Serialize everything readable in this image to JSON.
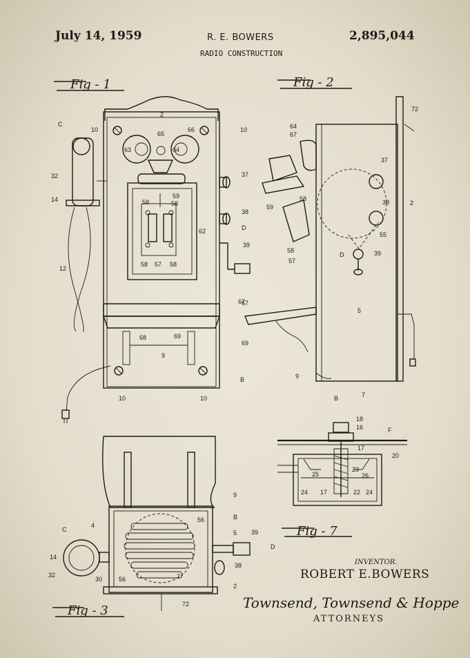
{
  "header": {
    "date": "July 14, 1959",
    "inventor_short": "R. E. BOWERS",
    "patent_number": "2,895,044",
    "title": "RADIO CONSTRUCTION"
  },
  "figures": {
    "fig1": "Fig - 1",
    "fig2": "Fig - 2",
    "fig3": "Fig - 3",
    "fig7": "Fig - 7"
  },
  "fig1_labels": [
    "2",
    "C",
    "10",
    "65",
    "66",
    "10",
    "63",
    "64",
    "32",
    "37",
    "14",
    "59",
    "58",
    "58",
    "38",
    "62",
    "D",
    "39",
    "12",
    "58",
    "57",
    "58",
    "67",
    "68",
    "69",
    "9",
    "10",
    "10",
    "B"
  ],
  "fig2_labels": [
    "72",
    "64",
    "67",
    "37",
    "58",
    "59",
    "38",
    "2",
    "55",
    "58",
    "57",
    "D",
    "39",
    "67",
    "5",
    "69",
    "9",
    "B",
    "7"
  ],
  "fig3_labels": [
    "9",
    "4",
    "B",
    "56",
    "5",
    "39",
    "D",
    "C",
    "14",
    "32",
    "30",
    "56",
    "7",
    "38",
    "2",
    "72"
  ],
  "fig7_labels": [
    "18",
    "16",
    "F",
    "17",
    "20",
    "23",
    "25",
    "26",
    "24",
    "17",
    "22",
    "24"
  ],
  "signature": {
    "inventor_caption": "INVENTOR.",
    "inventor_name": "ROBERT E.BOWERS",
    "attorney_signature": "Townsend, Townsend & Hoppe",
    "attorney_caption": "ATTORNEYS"
  },
  "colors": {
    "paper": "#e6e0d1",
    "ink": "#1c1a17"
  }
}
